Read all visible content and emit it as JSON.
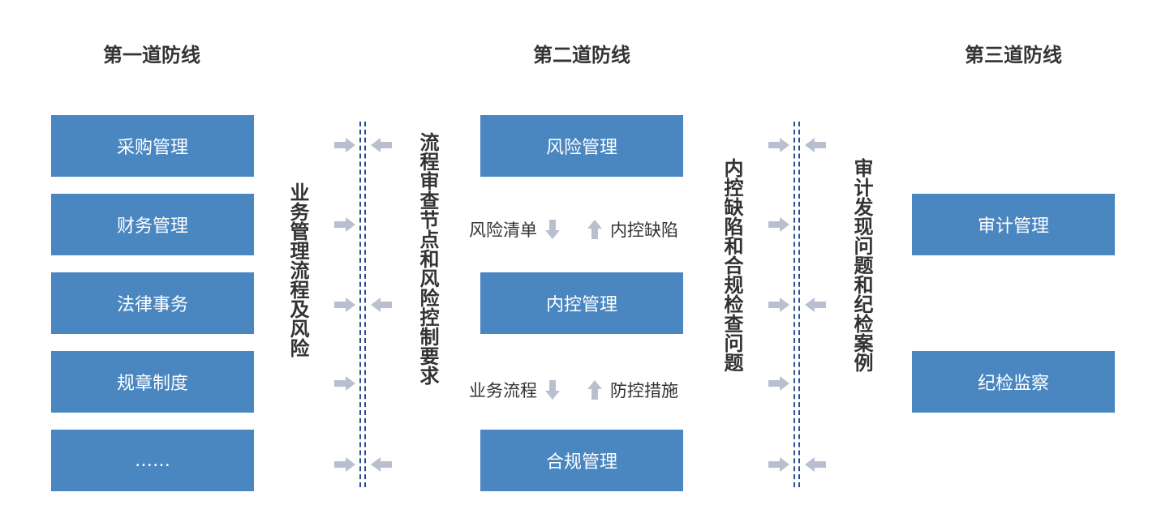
{
  "lines": {
    "first": {
      "title": "第一道防线",
      "items": [
        "采购管理",
        "财务管理",
        "法律事务",
        "规章制度",
        "……"
      ]
    },
    "second": {
      "title": "第二道防线",
      "items": [
        "风险管理",
        "内控管理",
        "合规管理"
      ]
    },
    "third": {
      "title": "第三道防线",
      "items": [
        "审计管理",
        "纪检监察"
      ]
    }
  },
  "flows": {
    "first_to_second": "业务管理流程及风险",
    "second_to_first": "流程审查节点和风险控制要求",
    "second_to_third": "内控缺陷和合规检查问题",
    "third_to_second": "审计发现问题和纪检案例"
  },
  "notes": {
    "n1_left": "风险清单",
    "n1_right": "内控缺陷",
    "n2_left": "业务流程",
    "n2_right": "防控措施"
  },
  "colors": {
    "box": "#4a86c0",
    "arrow": "#b8bfce",
    "divider": "#2a4f8f"
  }
}
